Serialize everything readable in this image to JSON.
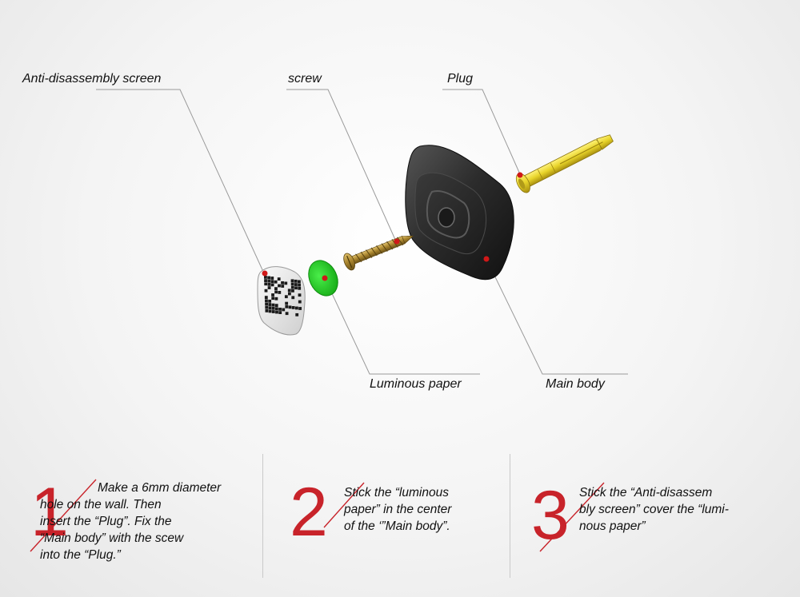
{
  "labels": {
    "anti_screen": "Anti-disassembly screen",
    "screw": "screw",
    "plug": "Plug",
    "luminous_paper": "Luminous paper",
    "main_body": "Main body"
  },
  "steps": [
    {
      "number": "1",
      "text": "Make a 6mm diameter\nhole on the wall. Then\ninsert the “Plug”. Fix the\n“Main body” with the scew\ninto the “Plug.”"
    },
    {
      "number": "2",
      "text": "Stick the “luminous\npaper” in the center\nof the ‘”Main body”."
    },
    {
      "number": "3",
      "text": "Stick the “Anti-disassem\nbly screen” cover the “lumi-\nnous paper”"
    }
  ],
  "colors": {
    "accent": "#c8232a",
    "plug": "#e8d42a",
    "luminous": "#22cc22",
    "body": "#2a2a2a",
    "screw": "#a8842e",
    "marker": "#d01818"
  }
}
